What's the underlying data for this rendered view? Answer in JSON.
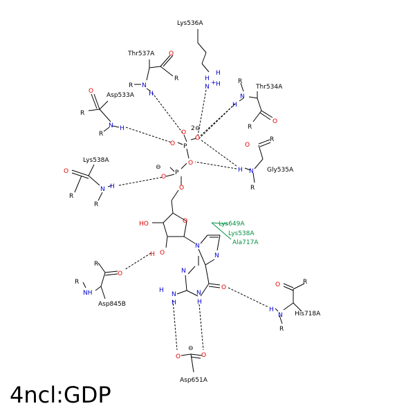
{
  "caption": "4ncl:GDP",
  "residues": {
    "lys536": "Lys536A",
    "thr537": "Thr537A",
    "thr534": "Thr534A",
    "asp533": "Asp533A",
    "gly535": "Gly535A",
    "lys538": "Lys538A",
    "asp845": "Asp845B",
    "his718": "His718A",
    "asp651": "Asp651A"
  },
  "hydrophobic": [
    "Lys649A",
    "Lys538A",
    "Ala717A"
  ],
  "atoms": {
    "O": "O",
    "N": "N",
    "H": "H",
    "P": "P",
    "R": "R",
    "HO": "HO",
    "NH": "NH",
    "nplus": "N",
    "plus": "+",
    "charge2": "2",
    "minus": "⊖"
  },
  "colors": {
    "oxygen": "#e00000",
    "nitrogen": "#0000cc",
    "hydrophobic": "#009040"
  }
}
